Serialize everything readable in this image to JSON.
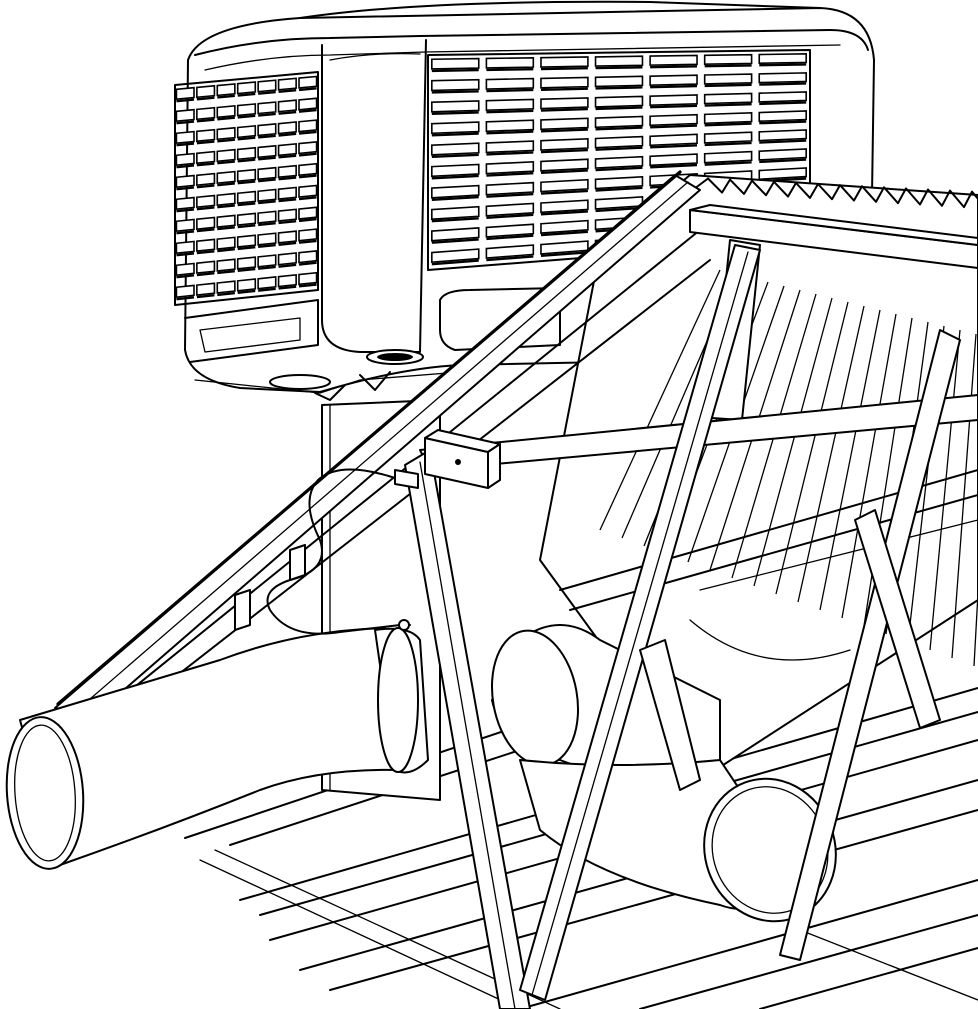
{
  "image": {
    "style": "black line-art technical illustration",
    "background_color": "#ffffff",
    "line_color": "#000000",
    "parts": [
      "evaporative-cooler",
      "roof-mount-frame",
      "corrugated-roof",
      "curved-duct",
      "sensor-box",
      "sensor-cable",
      "support-rails"
    ]
  }
}
